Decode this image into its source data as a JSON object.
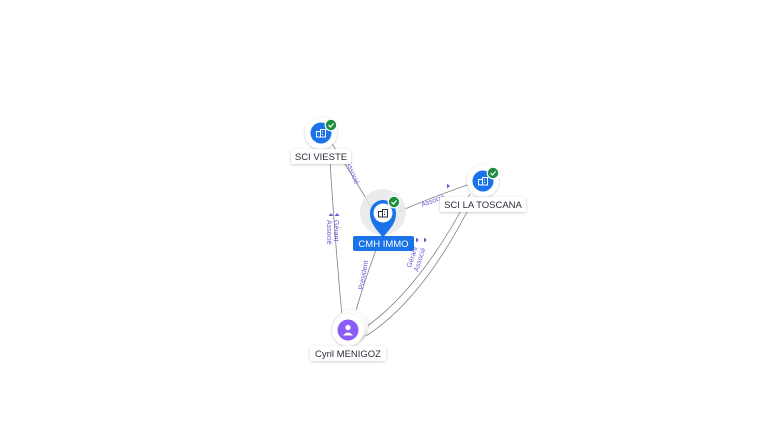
{
  "colors": {
    "company": "#1a73e8",
    "person": "#8b5cf6",
    "verified": "#1e8e3e",
    "edge": "#7d8088",
    "edge_label": "#6c5fd6",
    "selected_label_bg": "#1a73e8"
  },
  "icons": {
    "company": "building-icon",
    "person": "person-icon",
    "verified": "check-circle-icon"
  },
  "nodes": {
    "sci_vieste": {
      "label": "SCI VIESTE"
    },
    "cmh_immo": {
      "label": "CMH IMMO"
    },
    "sci_la_toscana": {
      "label": "SCI LA TOSCANA"
    },
    "cyril_menigoz": {
      "label": "Cyril MENIGOZ"
    }
  },
  "edges": {
    "vieste_cmh": {
      "label": "Associé"
    },
    "cmh_toscana": {
      "label": "Associé"
    },
    "cyril_vieste_1": {
      "label": "Gérant"
    },
    "cyril_vieste_2": {
      "label": "Associé"
    },
    "cyril_cmh": {
      "label": "Président"
    },
    "cyril_toscana_1": {
      "label": "Gérant"
    },
    "cyril_toscana_2": {
      "label": "Associé"
    }
  }
}
